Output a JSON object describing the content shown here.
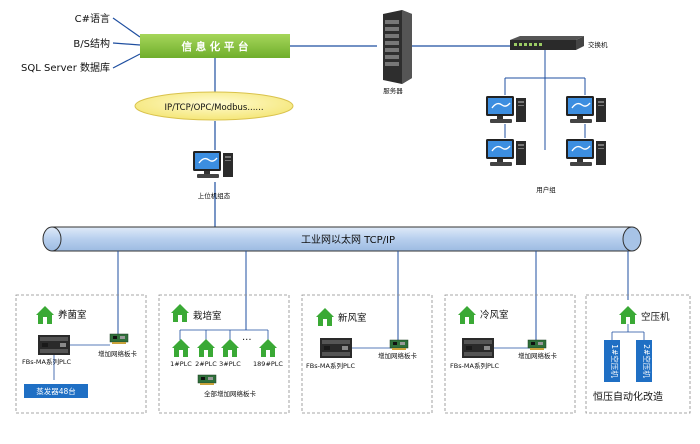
{
  "colors": {
    "green_bar": "#8dc63f",
    "bus_fill": "#bcd3ee",
    "bus_stroke": "#333333",
    "link": "#1f4fa0",
    "ellipse": "#fff6a8",
    "server": "#333333",
    "house": "#3aa935",
    "plc_board": "#2f6f3a",
    "blue_box": "#1f6fc4"
  },
  "top_left_labels": [
    "C#语言",
    "B/S结构",
    "SQL Server 数据库"
  ],
  "platform": {
    "label": "信 息 化 平 台"
  },
  "protocol": {
    "label": "IP/TCP/OPC/Modbus......"
  },
  "server": {
    "label": "服务器"
  },
  "switch": {
    "label": "交换机"
  },
  "user_group": {
    "label": "用户组"
  },
  "upper_pc": {
    "label": "上位机组态"
  },
  "bus": {
    "label": "工业网以太网 TCP/IP"
  },
  "rooms": {
    "r1": {
      "name": "养菌室",
      "plc": "FBs-MA系列PLC",
      "card": "增加网络板卡",
      "box": "蒸发器48台"
    },
    "r2": {
      "name": "栽培室",
      "plcs": [
        "1#PLC",
        "2#PLC",
        "3#PLC",
        "189#PLC"
      ],
      "dots": "...",
      "card": "全部增加网络板卡"
    },
    "r3": {
      "name": "新风室",
      "plc": "FBs-MA系列PLC",
      "card": "增加网络板卡"
    },
    "r4": {
      "name": "冷风室",
      "plc": "FBs-MA系列PLC",
      "card": "增加网络板卡"
    },
    "r5": {
      "name": "空压机",
      "units": [
        "1#空压机",
        "2#空压机"
      ],
      "caption": "恒压自动化改造"
    }
  }
}
